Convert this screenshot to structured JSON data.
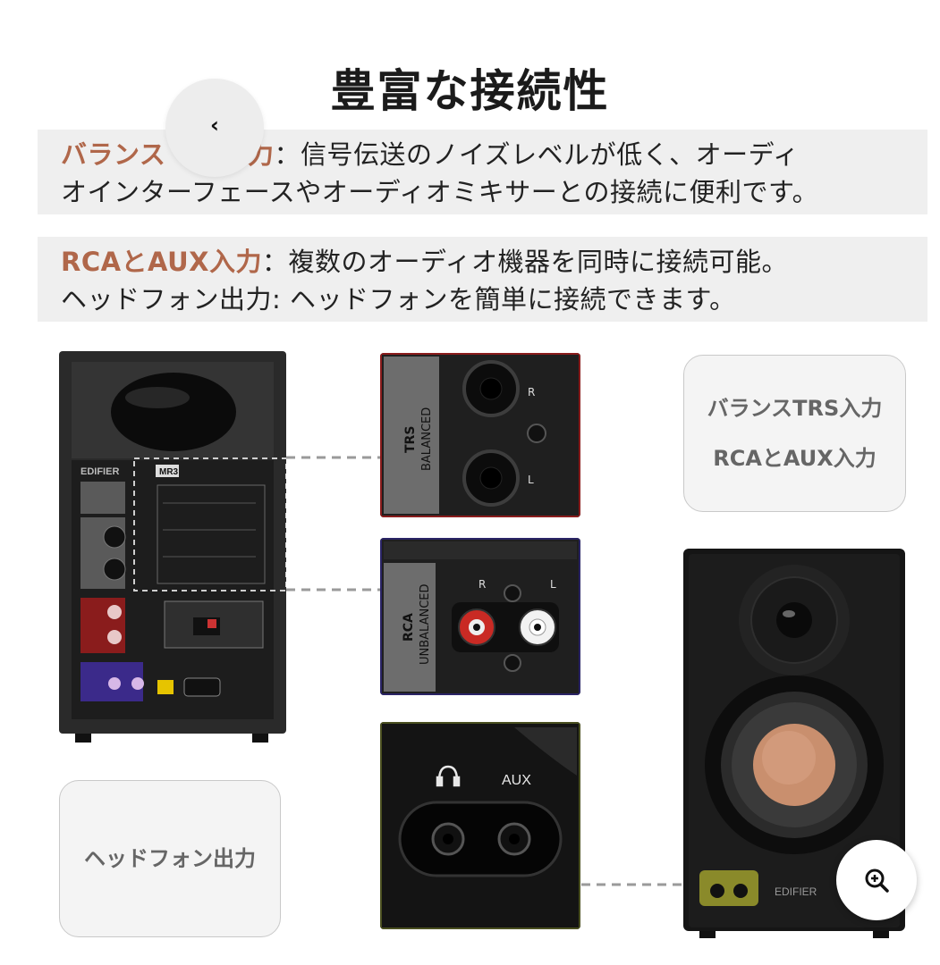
{
  "title": "豊富な接続性",
  "box1": {
    "highlight_a": "バランス",
    "highlight_b": ".力",
    "rest1": "：信号伝送のノイズレベルが低く、オーディ",
    "line2": "オインターフェースやオーディオミキサーとの接続に便利です。"
  },
  "box2": {
    "highlight": "RCAとAUX入力",
    "rest1": "：複数のオーディオ機器を同時に接続可能。",
    "line2": "ヘッドフォン出力: ヘッドフォンを簡単に接続できます。"
  },
  "cards": {
    "top_line1": "バランスTRS入力",
    "top_line2": "RCAとAUX入力",
    "bottom": "ヘッドフォン出力"
  },
  "panels": {
    "trs_label_1": "TRS",
    "trs_label_2": "BALANCED",
    "trs_r": "R",
    "trs_l": "L",
    "rca_label_1": "RCA",
    "rca_label_2": "UNBALANCED",
    "rca_r": "R",
    "rca_l": "L",
    "aux_label": "AUX"
  },
  "speaker": {
    "brand": "EDIFIER",
    "model": "MR3"
  },
  "icons": {
    "back": "chevron-left-icon",
    "zoom": "zoom-in-icon",
    "headphone": "headphone-icon"
  },
  "colors": {
    "highlight": "#b0674a",
    "trs_border": "#8a1c1c",
    "rca_border": "#2a2466",
    "aux_border": "#4a5020",
    "aux_led": "#8a8a2a"
  }
}
